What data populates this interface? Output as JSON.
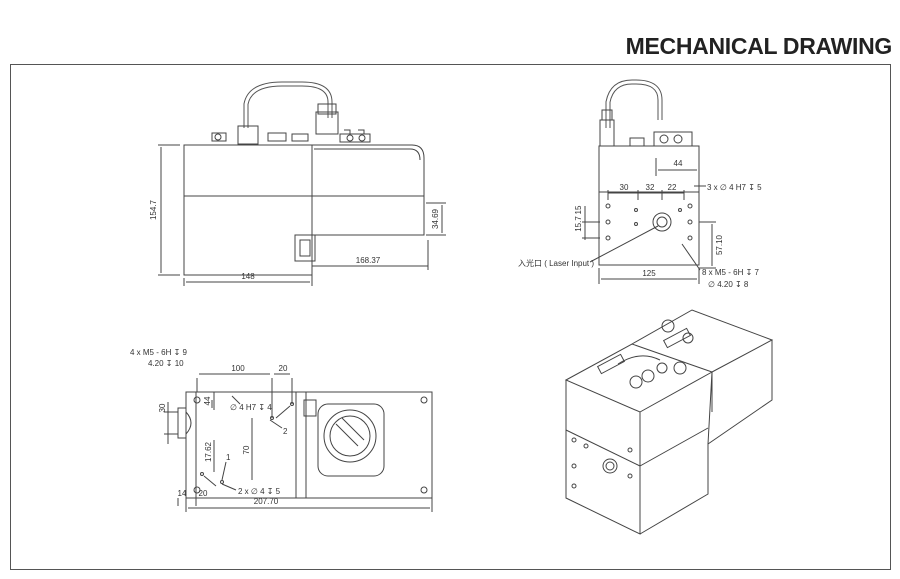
{
  "header": {
    "title": "MECHANICAL DRAWING"
  },
  "front_view": {
    "height": "154.7",
    "width_left": "148",
    "width_right": "168.37",
    "right_height": "34.69"
  },
  "side_view": {
    "top_dim": "44",
    "dims": [
      "30",
      "32",
      "22"
    ],
    "hole_note_top": "3 x ∅ 4  H7 ↧ 5",
    "left_dims": [
      "15.7",
      "15"
    ],
    "right_dim": "57.10",
    "laser_input": "入光口 ( Laser Input )",
    "width": "125",
    "hole_note_bottom_1": "8 x  M5 - 6H ↧ 7",
    "hole_note_bottom_2": "∅ 4.20 ↧ 8"
  },
  "top_view": {
    "note_1": "4 x  M5 - 6H ↧ 9",
    "note_2": "4.20 ↧ 10",
    "dim_100": "100",
    "dim_20": "20",
    "dim_30": "30",
    "dim_44": "44",
    "hole_note": "∅ 4 H7 ↧ 4",
    "label_2": "2",
    "dim_70": "70",
    "dim_17_62": "17.62",
    "label_1": "1",
    "hole_note_bottom": "2 x ∅ 4 ↧ 5",
    "dim_14": "14",
    "dim_20b": "20",
    "width": "207.70"
  }
}
